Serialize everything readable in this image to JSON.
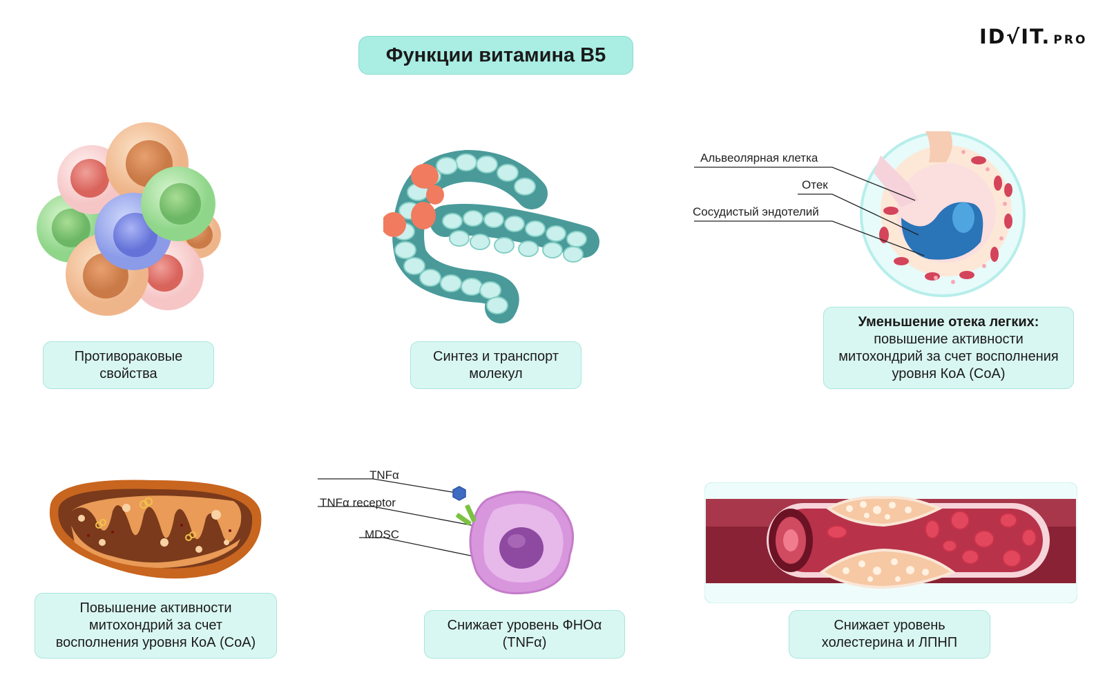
{
  "title": "Функции витамина B5",
  "logo": {
    "main": "ID√IT.",
    "suffix": "PRO"
  },
  "cards": {
    "anticancer": "Противораковые свойства",
    "synthesis": "Синтез и транспорт молекул",
    "lung_title": "Уменьшение отека легких:",
    "lung_text": "повышение активности митохондрий за счет восполнения уровня КоА (CoA)",
    "mito": "Повышение активности митохондрий за счет восполнения уровня КоА (CoA)",
    "tnf": "Снижает уровень ФНОα (TNFα)",
    "chol": "Снижает уровень холестерина и ЛПНП"
  },
  "lung_labels": {
    "alveolar": "Альвеолярная клетка",
    "edema": "Отек",
    "endothelium": "Сосудистый эндотелий"
  },
  "tnf_labels": {
    "tnfa": "TNFα",
    "receptor": "TNFα receptor",
    "mdsc": "MDSC"
  }
}
